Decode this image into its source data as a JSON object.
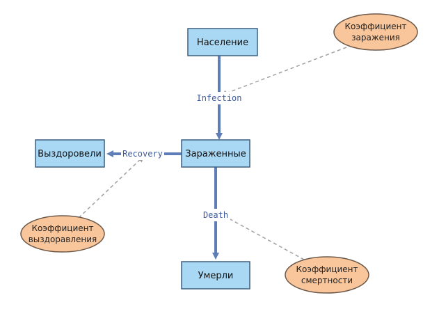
{
  "stocks": {
    "population": "Население",
    "infected": "Зараженные",
    "recovered": "Выздоровели",
    "dead": "Умерли"
  },
  "flows": {
    "infection": "Infection",
    "recovery": "Recovery",
    "death": "Death"
  },
  "parameters": {
    "infection_rate": [
      "Коэффициент",
      "заражения"
    ],
    "recovery_rate": [
      "Коэффициент",
      "выздоравления"
    ],
    "mortality_rate": [
      "Коэффициент",
      "смертности"
    ]
  },
  "colors": {
    "stock_fill": "#a9d8f5",
    "param_fill": "#f9c69c",
    "flow": "#5f7db6",
    "link": "#a0a0a0"
  }
}
